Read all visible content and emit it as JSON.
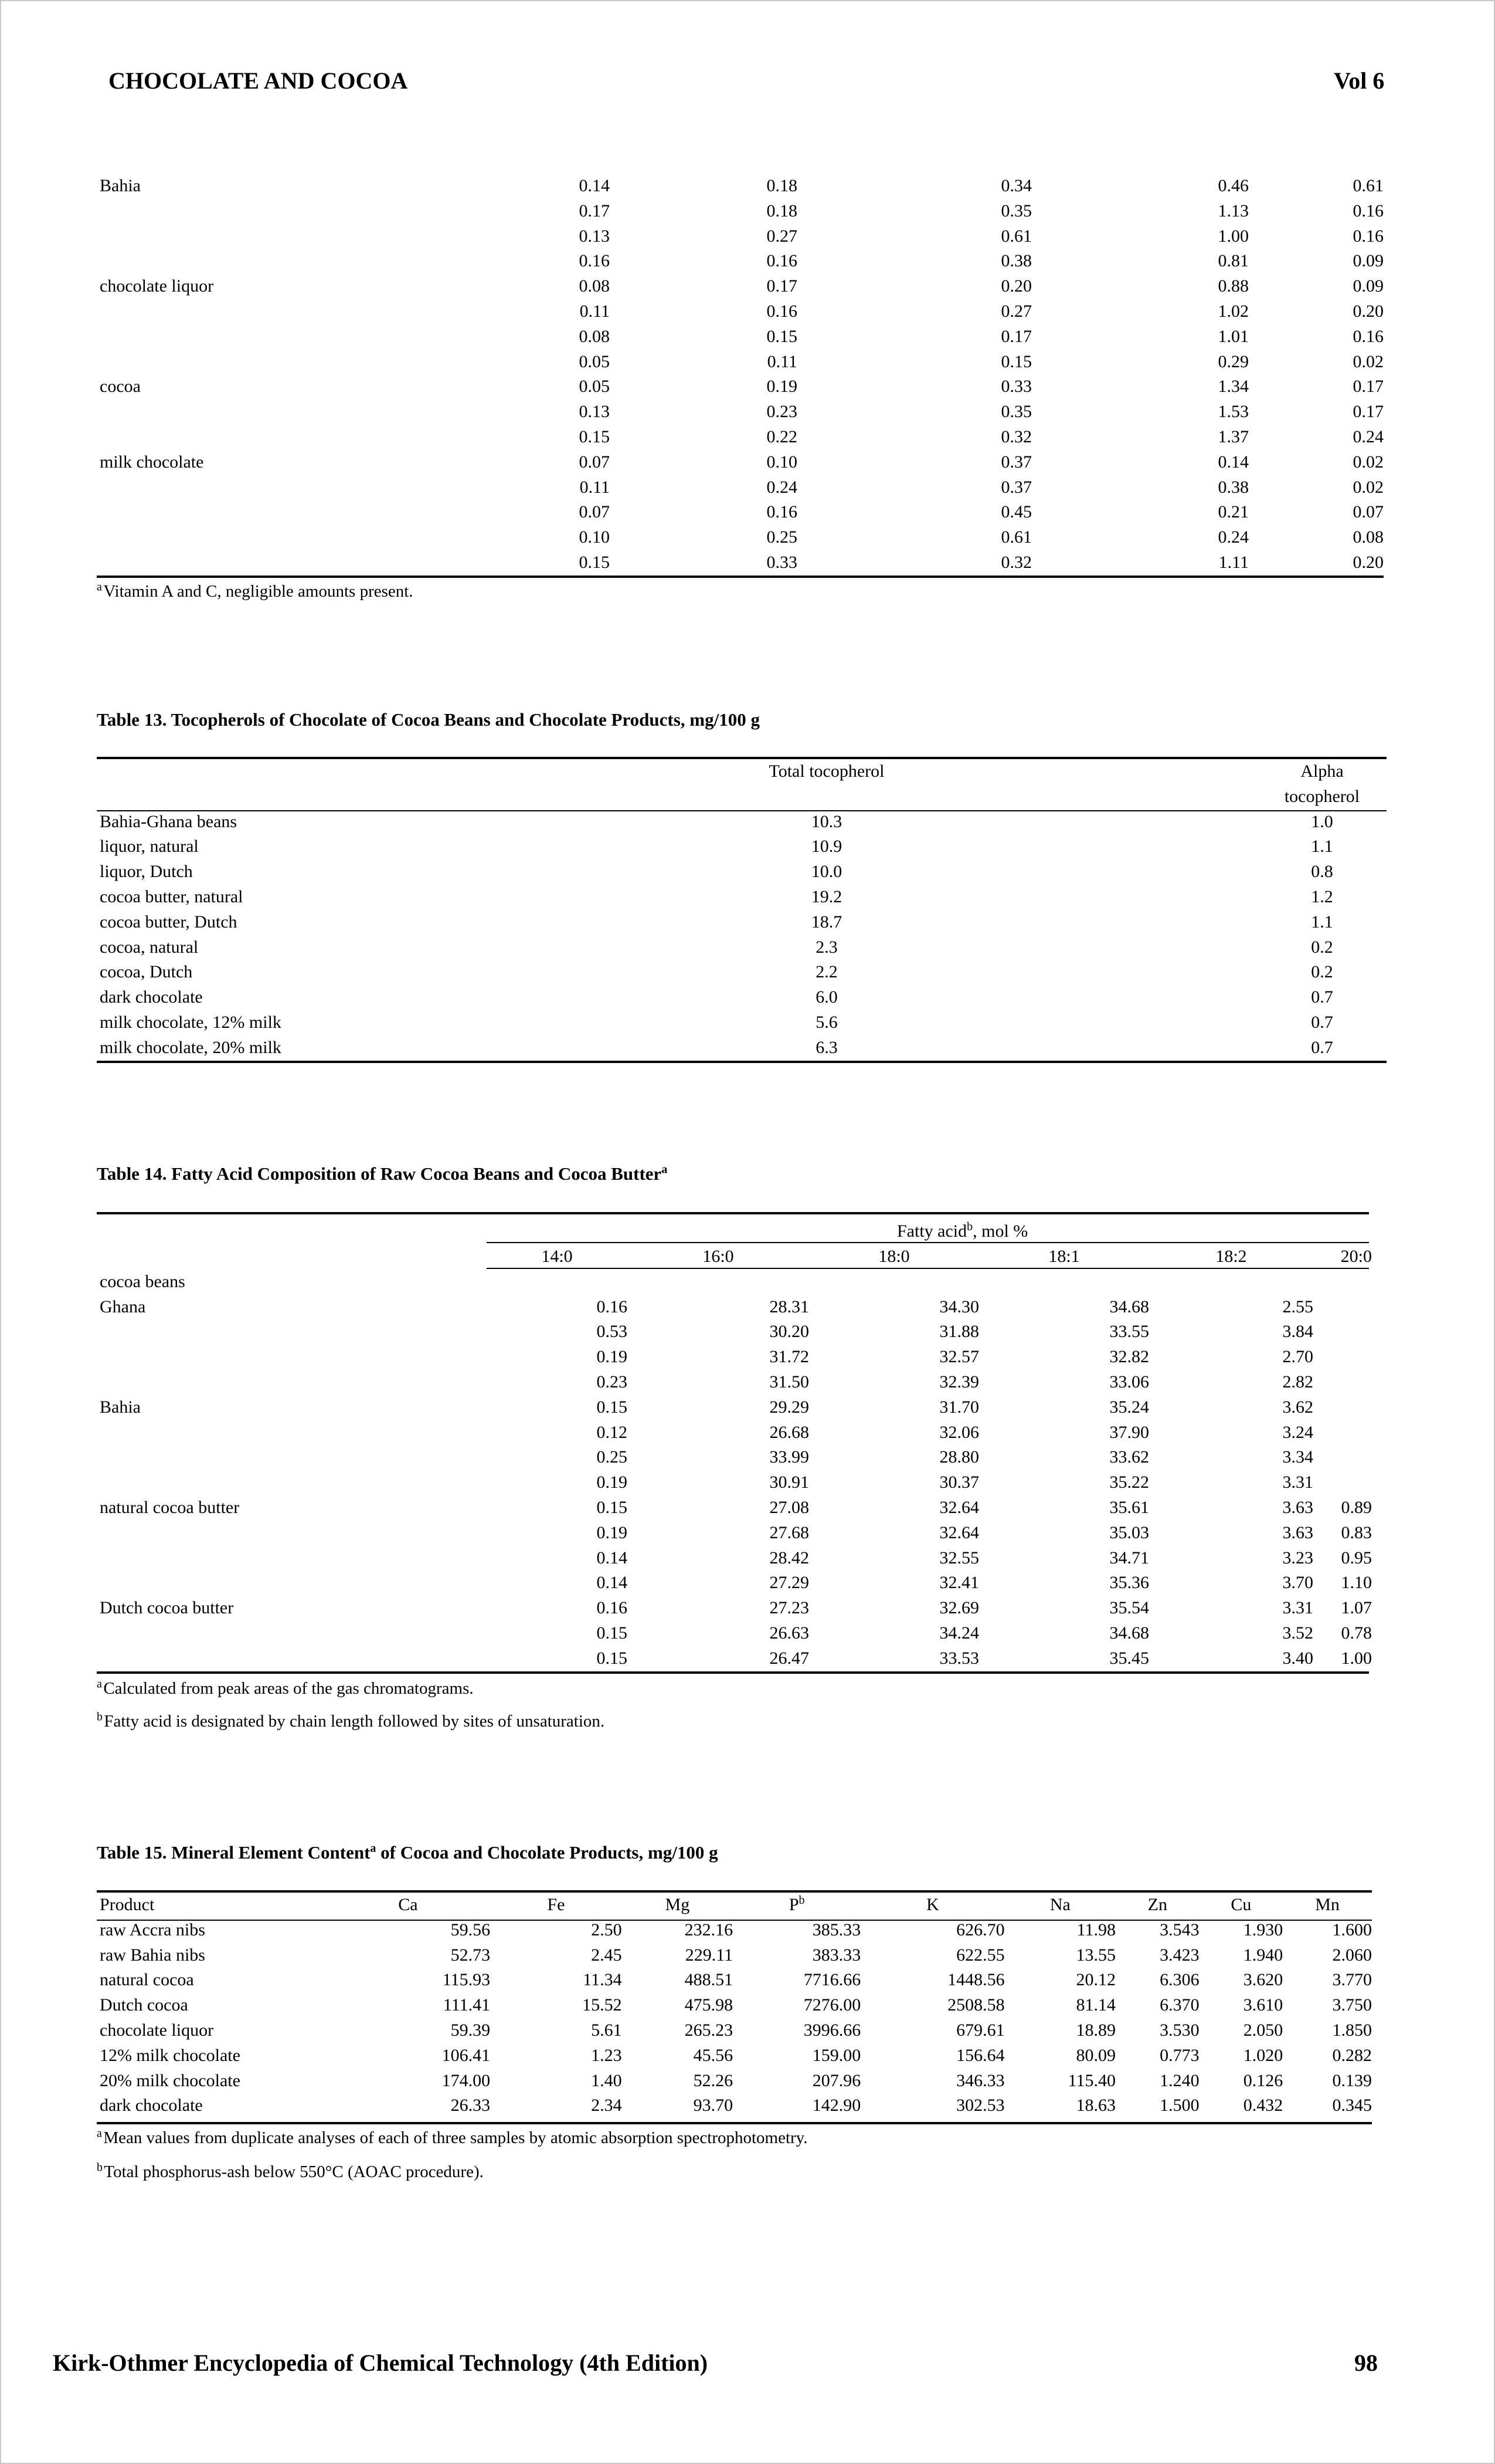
{
  "header": {
    "title": "CHOCOLATE AND COCOA",
    "volume": "Vol 6"
  },
  "table12_cont": {
    "rows": [
      {
        "label": "Bahia",
        "v": [
          "0.14",
          "0.18",
          "0.34",
          "0.46",
          "0.61"
        ]
      },
      {
        "label": "",
        "v": [
          "0.17",
          "0.18",
          "0.35",
          "1.13",
          "0.16"
        ]
      },
      {
        "label": "",
        "v": [
          "0.13",
          "0.27",
          "0.61",
          "1.00",
          "0.16"
        ]
      },
      {
        "label": "",
        "v": [
          "0.16",
          "0.16",
          "0.38",
          "0.81",
          "0.09"
        ]
      },
      {
        "label": "chocolate liquor",
        "v": [
          "0.08",
          "0.17",
          "0.20",
          "0.88",
          "0.09"
        ]
      },
      {
        "label": "",
        "v": [
          "0.11",
          "0.16",
          "0.27",
          "1.02",
          "0.20"
        ]
      },
      {
        "label": "",
        "v": [
          "0.08",
          "0.15",
          "0.17",
          "1.01",
          "0.16"
        ]
      },
      {
        "label": "",
        "v": [
          "0.05",
          "0.11",
          "0.15",
          "0.29",
          "0.02"
        ]
      },
      {
        "label": "cocoa",
        "v": [
          "0.05",
          "0.19",
          "0.33",
          "1.34",
          "0.17"
        ]
      },
      {
        "label": "",
        "v": [
          "0.13",
          "0.23",
          "0.35",
          "1.53",
          "0.17"
        ]
      },
      {
        "label": "",
        "v": [
          "0.15",
          "0.22",
          "0.32",
          "1.37",
          "0.24"
        ]
      },
      {
        "label": "milk chocolate",
        "v": [
          "0.07",
          "0.10",
          "0.37",
          "0.14",
          "0.02"
        ]
      },
      {
        "label": "",
        "v": [
          "0.11",
          "0.24",
          "0.37",
          "0.38",
          "0.02"
        ]
      },
      {
        "label": "",
        "v": [
          "0.07",
          "0.16",
          "0.45",
          "0.21",
          "0.07"
        ]
      },
      {
        "label": "",
        "v": [
          "0.10",
          "0.25",
          "0.61",
          "0.24",
          "0.08"
        ]
      },
      {
        "label": "",
        "v": [
          "0.15",
          "0.33",
          "0.32",
          "1.11",
          "0.20"
        ]
      }
    ],
    "footnote_a_mark": "a",
    "footnote_a": "Vitamin A and C, negligible amounts present."
  },
  "table13": {
    "title": "Table 13. Tocopherols of Chocolate of Cocoa Beans and Chocolate Products, mg/100 g",
    "col_total": "Total tocopherol",
    "col_alpha_1": "Alpha",
    "col_alpha_2": "tocopherol",
    "rows": [
      {
        "label": "Bahia-Ghana beans",
        "total": "10.3",
        "alpha": "1.0"
      },
      {
        "label": "liquor, natural",
        "total": "10.9",
        "alpha": "1.1"
      },
      {
        "label": "liquor, Dutch",
        "total": "10.0",
        "alpha": "0.8"
      },
      {
        "label": "cocoa butter, natural",
        "total": "19.2",
        "alpha": "1.2"
      },
      {
        "label": "cocoa butter, Dutch",
        "total": "18.7",
        "alpha": "1.1"
      },
      {
        "label": "cocoa, natural",
        "total": "2.3",
        "alpha": "0.2"
      },
      {
        "label": "cocoa, Dutch",
        "total": "2.2",
        "alpha": "0.2"
      },
      {
        "label": "dark chocolate",
        "total": "6.0",
        "alpha": "0.7"
      },
      {
        "label": "milk chocolate, 12% milk",
        "total": "5.6",
        "alpha": "0.7"
      },
      {
        "label": "milk chocolate, 20% milk",
        "total": "6.3",
        "alpha": "0.7"
      }
    ]
  },
  "table14": {
    "title": "Table 14. Fatty Acid Composition of Raw Cocoa Beans and Cocoa Butter",
    "title_mark": "a",
    "spanner": "Fatty acid",
    "spanner_mark": "b",
    "spanner_unit": ", mol %",
    "columns": [
      "14:0",
      "16:0",
      "18:0",
      "18:1",
      "18:2",
      "20:0"
    ],
    "group_label": "cocoa beans",
    "rows": [
      {
        "label": "Ghana",
        "v": [
          "0.16",
          "28.31",
          "34.30",
          "34.68",
          "2.55",
          ""
        ]
      },
      {
        "label": "",
        "v": [
          "0.53",
          "30.20",
          "31.88",
          "33.55",
          "3.84",
          ""
        ]
      },
      {
        "label": "",
        "v": [
          "0.19",
          "31.72",
          "32.57",
          "32.82",
          "2.70",
          ""
        ]
      },
      {
        "label": "",
        "v": [
          "0.23",
          "31.50",
          "32.39",
          "33.06",
          "2.82",
          ""
        ]
      },
      {
        "label": "Bahia",
        "v": [
          "0.15",
          "29.29",
          "31.70",
          "35.24",
          "3.62",
          ""
        ]
      },
      {
        "label": "",
        "v": [
          "0.12",
          "26.68",
          "32.06",
          "37.90",
          "3.24",
          ""
        ]
      },
      {
        "label": "",
        "v": [
          "0.25",
          "33.99",
          "28.80",
          "33.62",
          "3.34",
          ""
        ]
      },
      {
        "label": "",
        "v": [
          "0.19",
          "30.91",
          "30.37",
          "35.22",
          "3.31",
          ""
        ]
      },
      {
        "label": "natural cocoa butter",
        "v": [
          "0.15",
          "27.08",
          "32.64",
          "35.61",
          "3.63",
          "0.89"
        ]
      },
      {
        "label": "",
        "v": [
          "0.19",
          "27.68",
          "32.64",
          "35.03",
          "3.63",
          "0.83"
        ]
      },
      {
        "label": "",
        "v": [
          "0.14",
          "28.42",
          "32.55",
          "34.71",
          "3.23",
          "0.95"
        ]
      },
      {
        "label": "",
        "v": [
          "0.14",
          "27.29",
          "32.41",
          "35.36",
          "3.70",
          "1.10"
        ]
      },
      {
        "label": "Dutch cocoa butter",
        "v": [
          "0.16",
          "27.23",
          "32.69",
          "35.54",
          "3.31",
          "1.07"
        ]
      },
      {
        "label": "",
        "v": [
          "0.15",
          "26.63",
          "34.24",
          "34.68",
          "3.52",
          "0.78"
        ]
      },
      {
        "label": "",
        "v": [
          "0.15",
          "26.47",
          "33.53",
          "35.45",
          "3.40",
          "1.00"
        ]
      }
    ],
    "footnote_a_mark": "a",
    "footnote_a": "Calculated from peak areas of the gas chromatograms.",
    "footnote_b_mark": "b",
    "footnote_b": "Fatty acid is designated by chain length followed by sites of unsaturation."
  },
  "table15": {
    "title_pre": "Table 15. Mineral Element Content",
    "title_mark": "a",
    "title_post": " of Cocoa and Chocolate Products, mg/100 g",
    "columns": [
      "Product",
      "Ca",
      "Fe",
      "Mg",
      "P",
      "K",
      "Na",
      "Zn",
      "Cu",
      "Mn"
    ],
    "p_mark": "b",
    "rows": [
      {
        "label": "raw Accra nibs",
        "v": [
          "59.56",
          "2.50",
          "232.16",
          "385.33",
          "626.70",
          "11.98",
          "3.543",
          "1.930",
          "1.600"
        ]
      },
      {
        "label": "raw Bahia nibs",
        "v": [
          "52.73",
          "2.45",
          "229.11",
          "383.33",
          "622.55",
          "13.55",
          "3.423",
          "1.940",
          "2.060"
        ]
      },
      {
        "label": "natural cocoa",
        "v": [
          "115.93",
          "11.34",
          "488.51",
          "7716.66",
          "1448.56",
          "20.12",
          "6.306",
          "3.620",
          "3.770"
        ]
      },
      {
        "label": "Dutch cocoa",
        "v": [
          "111.41",
          "15.52",
          "475.98",
          "7276.00",
          "2508.58",
          "81.14",
          "6.370",
          "3.610",
          "3.750"
        ]
      },
      {
        "label": "chocolate liquor",
        "v": [
          "59.39",
          "5.61",
          "265.23",
          "3996.66",
          "679.61",
          "18.89",
          "3.530",
          "2.050",
          "1.850"
        ]
      },
      {
        "label": "12% milk chocolate",
        "v": [
          "106.41",
          "1.23",
          "45.56",
          "159.00",
          "156.64",
          "80.09",
          "0.773",
          "1.020",
          "0.282"
        ]
      },
      {
        "label": "20% milk chocolate",
        "v": [
          "174.00",
          "1.40",
          "52.26",
          "207.96",
          "346.33",
          "115.40",
          "1.240",
          "0.126",
          "0.139"
        ]
      },
      {
        "label": "dark chocolate",
        "v": [
          "26.33",
          "2.34",
          "93.70",
          "142.90",
          "302.53",
          "18.63",
          "1.500",
          "0.432",
          "0.345"
        ]
      }
    ],
    "footnote_a_mark": "a",
    "footnote_a": "Mean values from duplicate analyses of each of three samples by atomic absorption spectrophotometry.",
    "footnote_b_mark": "b",
    "footnote_b": "Total phosphorus-ash below 550°C (AOAC procedure)."
  },
  "footer": {
    "source": "Kirk-Othmer Encyclopedia of Chemical Technology (4th Edition)",
    "page": "98"
  }
}
